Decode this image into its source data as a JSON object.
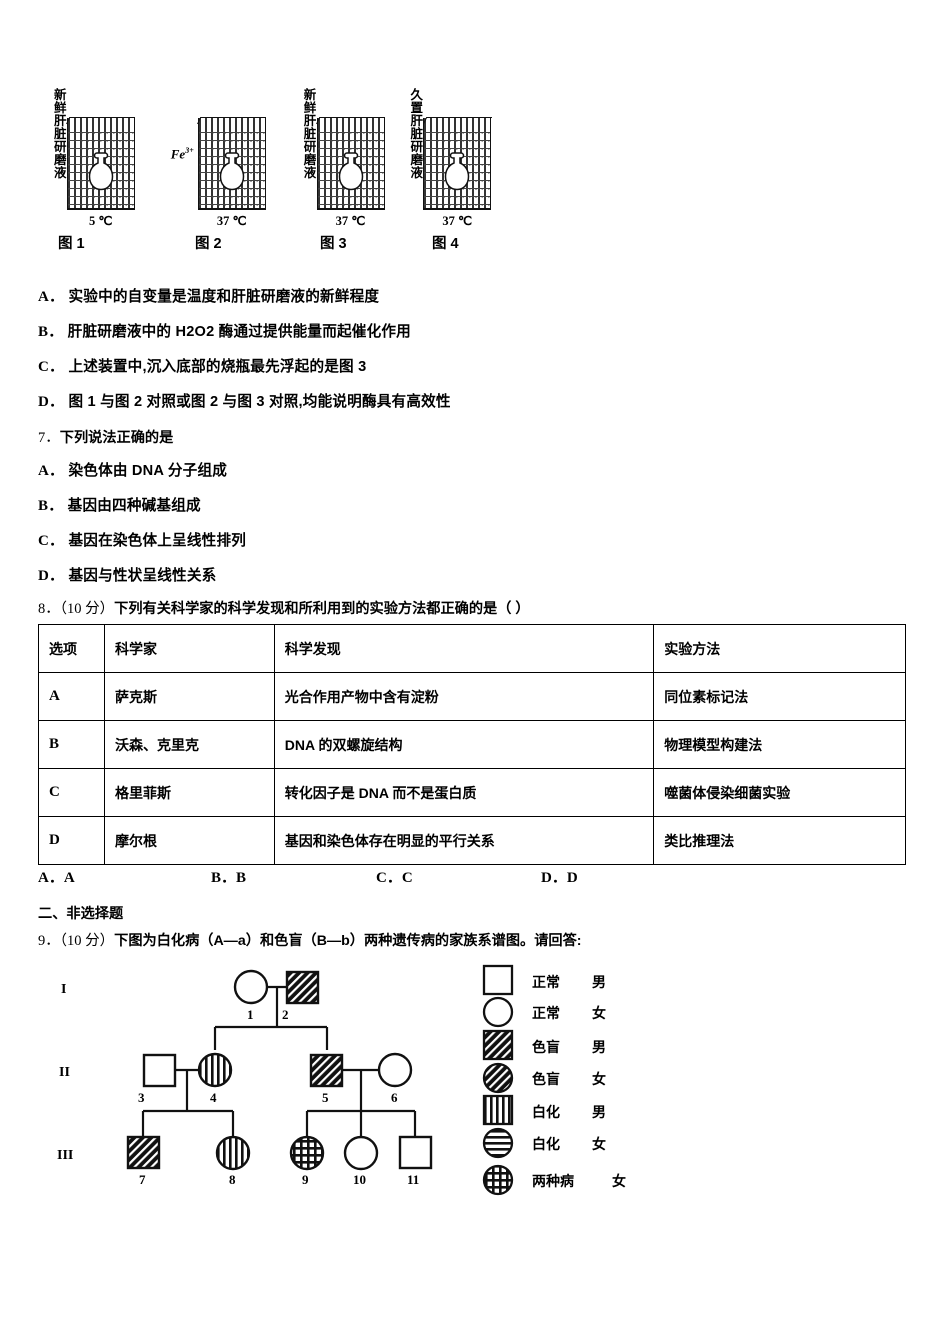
{
  "figure": {
    "beakers": [
      {
        "vlabel": "新鲜肝脏研磨液",
        "temp": "5 ℃",
        "side_label": "",
        "caption": "图 1"
      },
      {
        "vlabel": "",
        "temp": "37 ℃",
        "side_label": "Fe3+",
        "caption": "图 2"
      },
      {
        "vlabel": "新鲜肝脏研磨液",
        "temp": "37 ℃",
        "side_label": "",
        "caption": "图 3"
      },
      {
        "vlabel": "久置肝脏研磨液",
        "temp": "37 ℃",
        "side_label": "",
        "caption": "图 4"
      }
    ]
  },
  "q6": {
    "options": [
      {
        "letter": "A．",
        "text": "实验中的自变量是温度和肝脏研磨液的新鲜程度"
      },
      {
        "letter": "B．",
        "text": "肝脏研磨液中的 H2O2 酶通过提供能量而起催化作用"
      },
      {
        "letter": "C．",
        "text": "上述装置中,沉入底部的烧瓶最先浮起的是图 3"
      },
      {
        "letter": "D．",
        "text": "图 1 与图 2 对照或图 2 与图 3 对照,均能说明酶具有高效性"
      }
    ]
  },
  "q7": {
    "number": "7．",
    "stem": "下列说法正确的是",
    "options": [
      {
        "letter": "A．",
        "text": "染色体由 DNA 分子组成"
      },
      {
        "letter": "B．",
        "text": "基因由四种碱基组成"
      },
      {
        "letter": "C．",
        "text": "基因在染色体上呈线性排列"
      },
      {
        "letter": "D．",
        "text": "基因与性状呈线性关系"
      }
    ]
  },
  "q8": {
    "number": "8．",
    "score": "（10 分）",
    "stem": "下列有关科学家的科学发现和所利用到的实验方法都正确的是（  ）",
    "table": {
      "headers": [
        "选项",
        "科学家",
        "科学发现",
        "实验方法"
      ],
      "rows": [
        {
          "option": "A",
          "scientist": "萨克斯",
          "finding": "光合作用产物中含有淀粉",
          "method": "同位素标记法"
        },
        {
          "option": "B",
          "scientist": "沃森、克里克",
          "finding": "DNA 的双螺旋结构",
          "method": "物理模型构建法"
        },
        {
          "option": "C",
          "scientist": "格里菲斯",
          "finding": "转化因子是 DNA 而不是蛋白质",
          "method": "噬菌体侵染细菌实验"
        },
        {
          "option": "D",
          "scientist": "摩尔根",
          "finding": "基因和染色体存在明显的平行关系",
          "method": "类比推理法"
        }
      ]
    },
    "answers": [
      "A．A",
      "B．B",
      "C．C",
      "D．D"
    ]
  },
  "section2": {
    "heading": "二、非选择题"
  },
  "q9": {
    "number": "9．",
    "score": "（10 分）",
    "stem": "下图为白化病（A—a）和色盲（B—b）两种遗传病的家族系谱图。请回答:",
    "generations": [
      "I",
      "II",
      "III"
    ],
    "individuals": [
      {
        "id": "1",
        "sex": "female",
        "type": "normal"
      },
      {
        "id": "2",
        "sex": "male",
        "type": "colorblind"
      },
      {
        "id": "3",
        "sex": "male",
        "type": "normal"
      },
      {
        "id": "4",
        "sex": "female",
        "type": "albino"
      },
      {
        "id": "5",
        "sex": "male",
        "type": "colorblind"
      },
      {
        "id": "6",
        "sex": "female",
        "type": "normal"
      },
      {
        "id": "7",
        "sex": "male",
        "type": "colorblind"
      },
      {
        "id": "8",
        "sex": "female",
        "type": "albino"
      },
      {
        "id": "9",
        "sex": "female",
        "type": "both"
      },
      {
        "id": "10",
        "sex": "female",
        "type": "normal"
      },
      {
        "id": "11",
        "sex": "male",
        "type": "normal"
      }
    ],
    "legend": [
      {
        "symbol": "normal-male",
        "label": "正常",
        "sex": "男"
      },
      {
        "symbol": "normal-female",
        "label": "正常",
        "sex": "女"
      },
      {
        "symbol": "colorblind-male",
        "label": "色盲",
        "sex": "男"
      },
      {
        "symbol": "colorblind-female",
        "label": "色盲",
        "sex": "女"
      },
      {
        "symbol": "albino-male",
        "label": "白化",
        "sex": "男"
      },
      {
        "symbol": "albino-female",
        "label": "白化",
        "sex": "女"
      },
      {
        "symbol": "both-female",
        "label": "两种病",
        "sex": "女"
      }
    ]
  }
}
